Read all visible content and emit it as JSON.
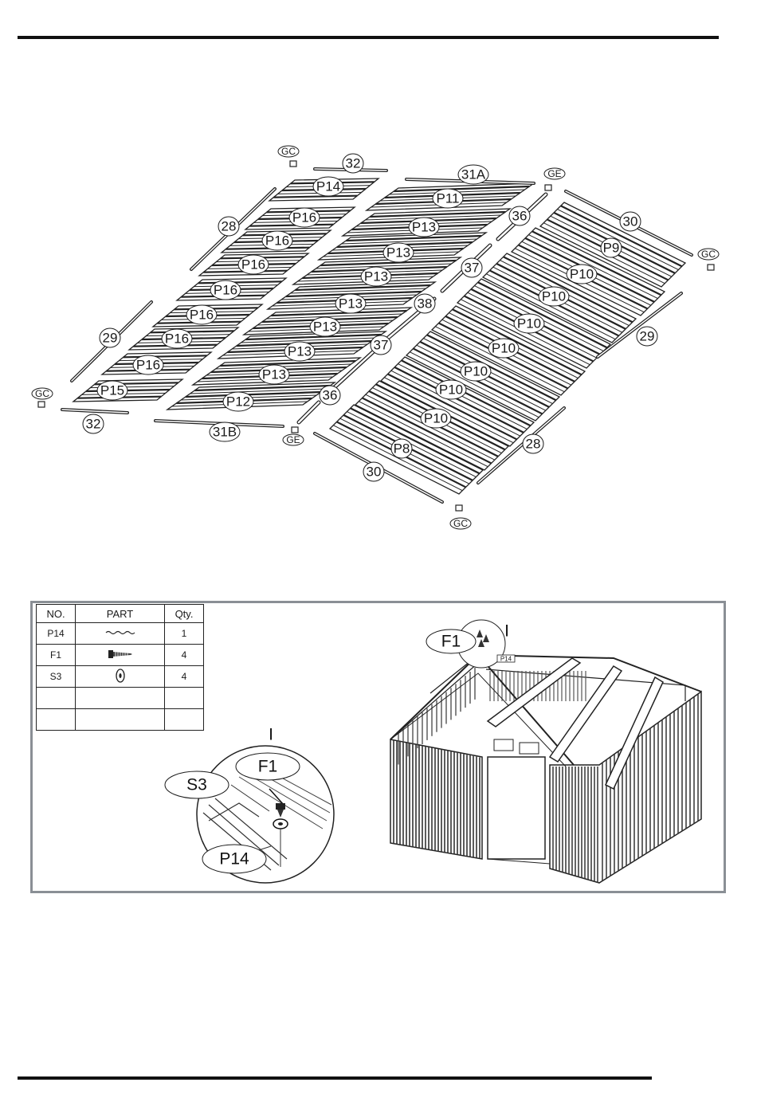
{
  "exploded_labels": [
    {
      "id": "gc-tl",
      "text": "GC"
    },
    {
      "id": "32-t",
      "text": "32"
    },
    {
      "id": "31a",
      "text": "31A"
    },
    {
      "id": "ge-t",
      "text": "GE"
    },
    {
      "id": "p14",
      "text": "P14"
    },
    {
      "id": "p11",
      "text": "P11"
    },
    {
      "id": "p16-1",
      "text": "P16"
    },
    {
      "id": "28-l",
      "text": "28"
    },
    {
      "id": "36-t",
      "text": "36"
    },
    {
      "id": "30-t",
      "text": "30"
    },
    {
      "id": "p13-1",
      "text": "P13"
    },
    {
      "id": "p16-2",
      "text": "P16"
    },
    {
      "id": "p9",
      "text": "P9"
    },
    {
      "id": "gc-r",
      "text": "GC"
    },
    {
      "id": "p13-2",
      "text": "P13"
    },
    {
      "id": "p16-3",
      "text": "P16"
    },
    {
      "id": "37-t",
      "text": "37"
    },
    {
      "id": "p10-1",
      "text": "P10"
    },
    {
      "id": "p13-3",
      "text": "P13"
    },
    {
      "id": "p16-4",
      "text": "P16"
    },
    {
      "id": "p10-2",
      "text": "P10"
    },
    {
      "id": "p13-4",
      "text": "P13"
    },
    {
      "id": "38",
      "text": "38"
    },
    {
      "id": "p16-5",
      "text": "P16"
    },
    {
      "id": "p10-3",
      "text": "P10"
    },
    {
      "id": "29-r",
      "text": "29"
    },
    {
      "id": "p13-5",
      "text": "P13"
    },
    {
      "id": "29-l",
      "text": "29"
    },
    {
      "id": "p16-6",
      "text": "P16"
    },
    {
      "id": "37-b",
      "text": "37"
    },
    {
      "id": "p10-4",
      "text": "P10"
    },
    {
      "id": "p13-6",
      "text": "P13"
    },
    {
      "id": "p16-7",
      "text": "P16"
    },
    {
      "id": "p10-5",
      "text": "P10"
    },
    {
      "id": "p13-7",
      "text": "P13"
    },
    {
      "id": "p15",
      "text": "P15"
    },
    {
      "id": "p10-6",
      "text": "P10"
    },
    {
      "id": "gc-l",
      "text": "GC"
    },
    {
      "id": "36-b",
      "text": "36"
    },
    {
      "id": "p12",
      "text": "P12"
    },
    {
      "id": "p10-7",
      "text": "P10"
    },
    {
      "id": "32-b",
      "text": "32"
    },
    {
      "id": "31b",
      "text": "31B"
    },
    {
      "id": "ge-b",
      "text": "GE"
    },
    {
      "id": "28-r",
      "text": "28"
    },
    {
      "id": "p8",
      "text": "P8"
    },
    {
      "id": "30-b",
      "text": "30"
    },
    {
      "id": "gc-b",
      "text": "GC"
    }
  ],
  "parts_table": {
    "headers": [
      "NO.",
      "PART",
      "Qty."
    ],
    "rows": [
      {
        "no": "P14",
        "icon": "panel-strip-icon",
        "qty": "1"
      },
      {
        "no": "F1",
        "icon": "screw-icon",
        "qty": "4"
      },
      {
        "no": "S3",
        "icon": "washer-icon",
        "qty": "4"
      },
      {
        "no": "",
        "icon": "",
        "qty": ""
      },
      {
        "no": "",
        "icon": "",
        "qty": ""
      }
    ]
  },
  "detail": {
    "marker": "I",
    "callouts": {
      "f1": "F1",
      "s3": "S3",
      "p14": "P14"
    }
  },
  "shed": {
    "callout_f1": "F1",
    "marker": "I",
    "tag_p14": "P14"
  }
}
